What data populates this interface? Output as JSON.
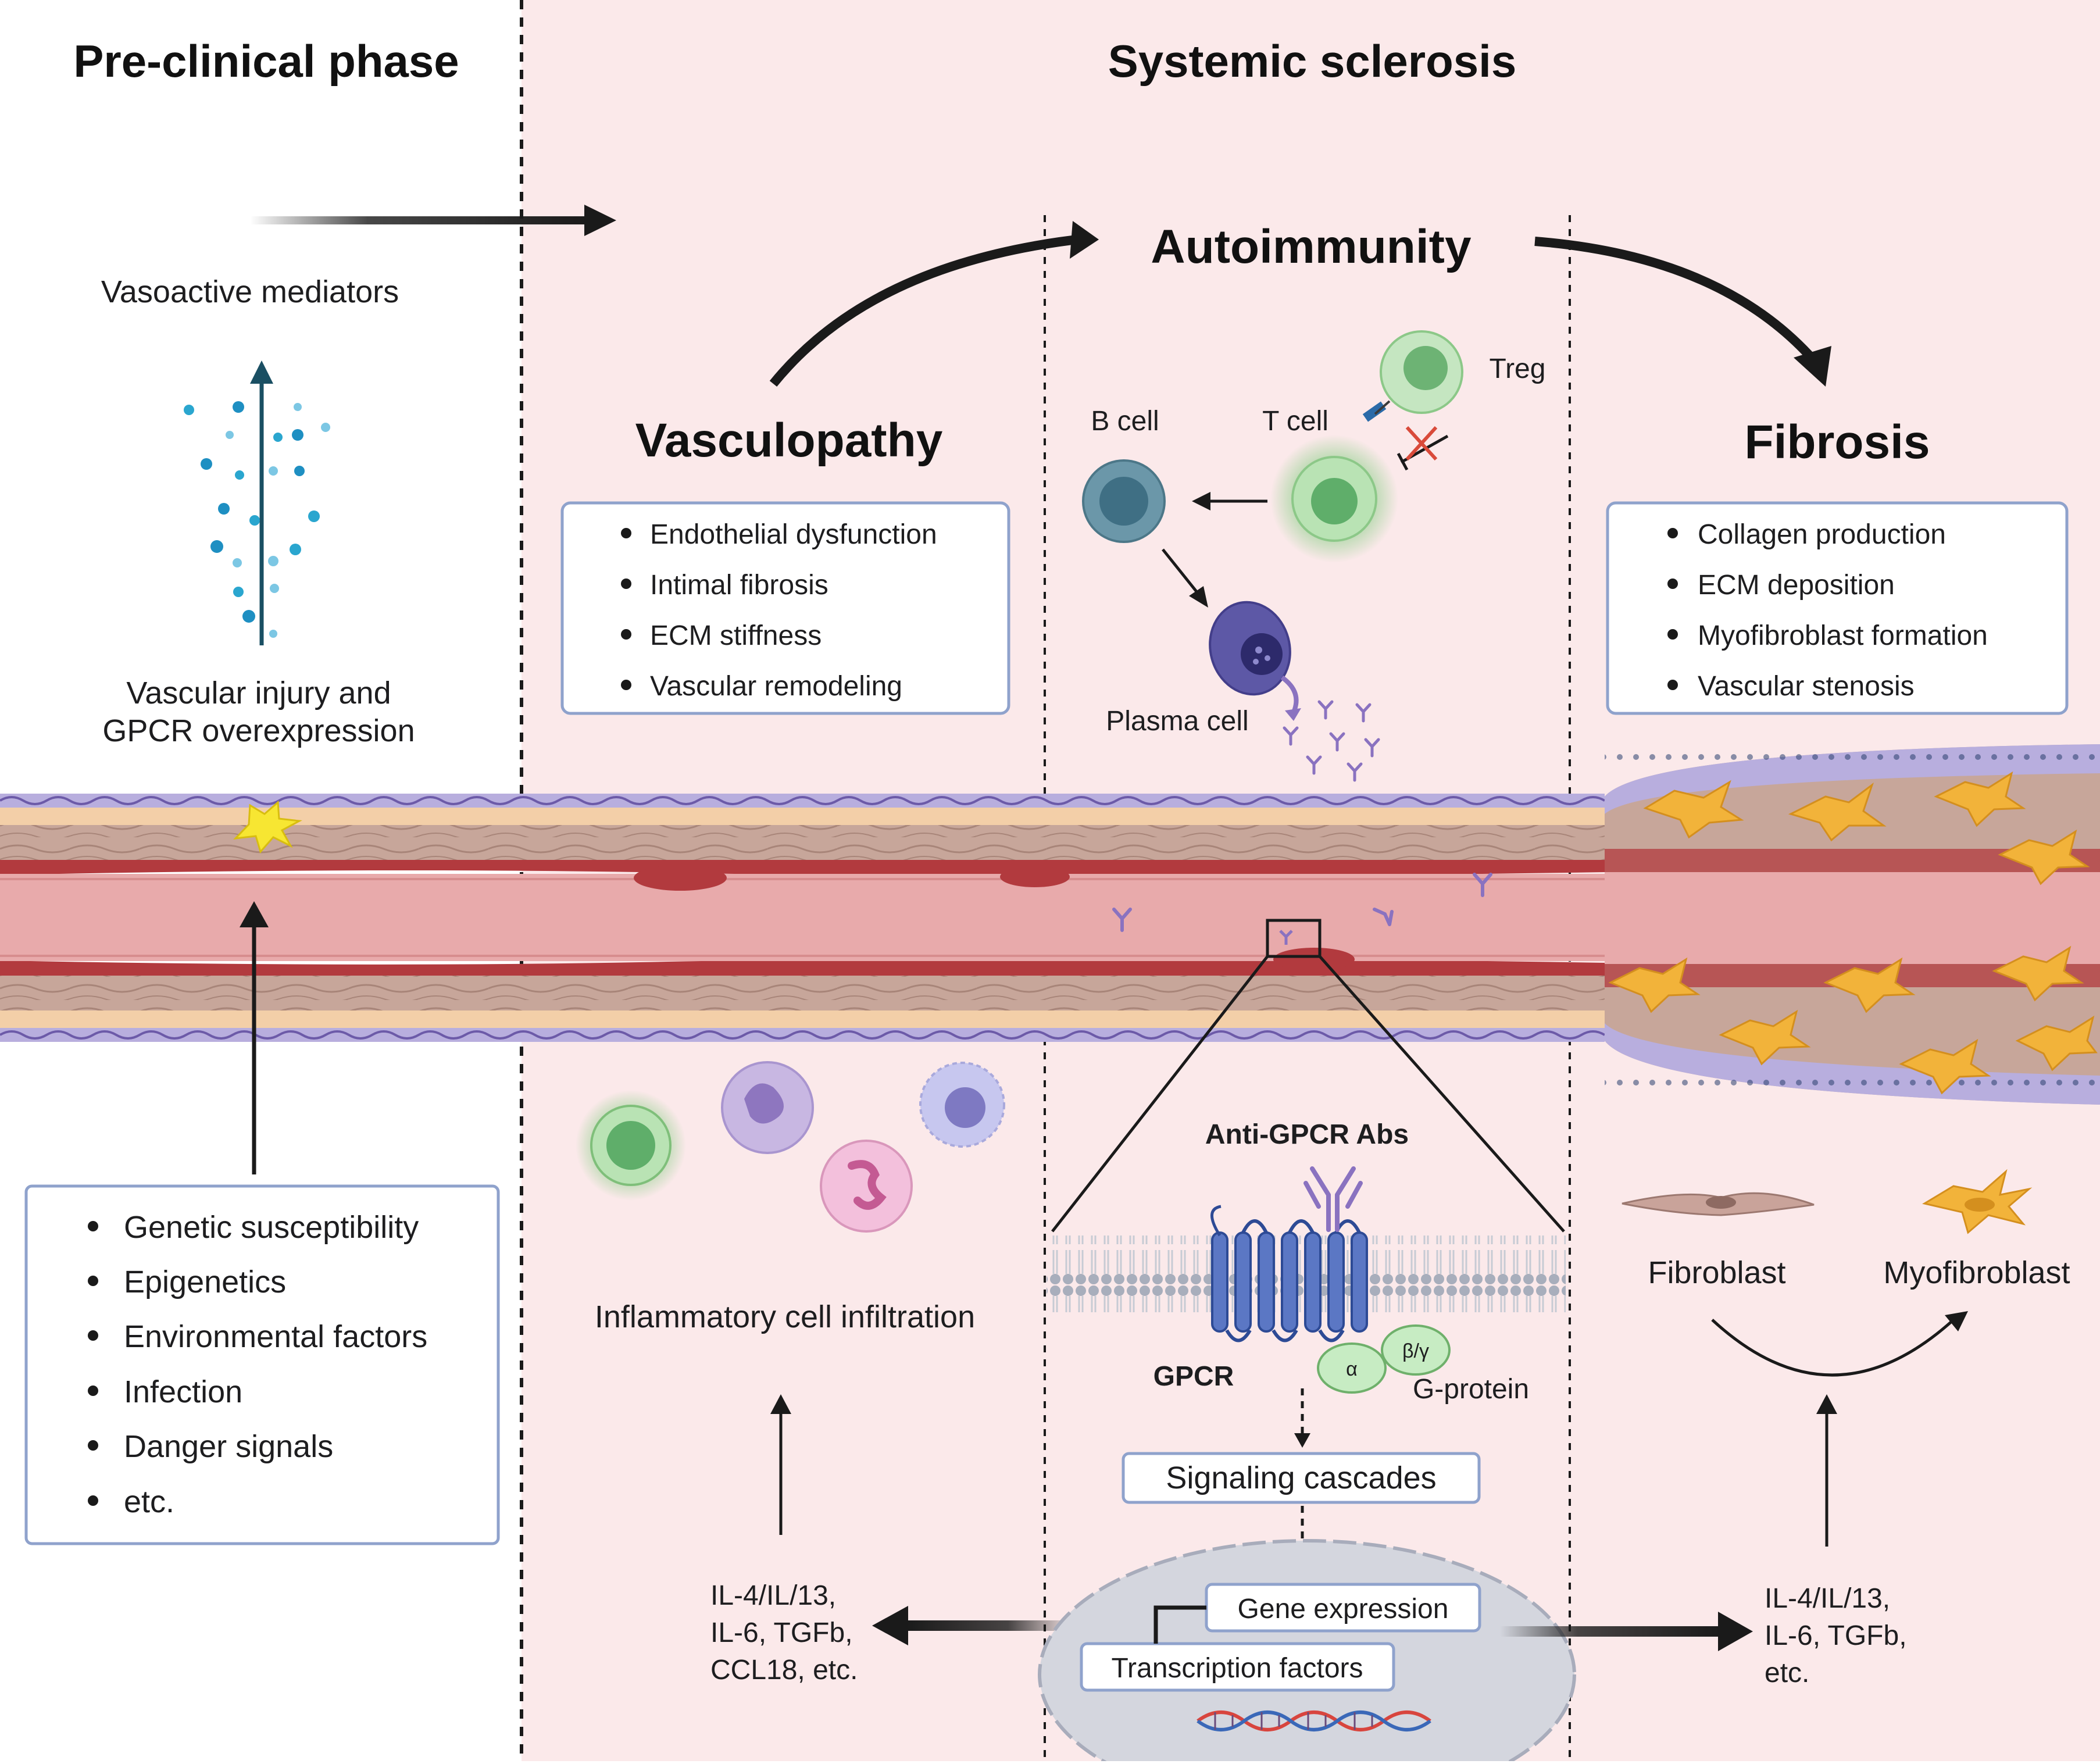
{
  "colors": {
    "panel_bg": "#fbe9ea",
    "vessel_wall": "#c9a79c",
    "vessel_lumen": "#e8a9ab",
    "vessel_red": "#b83a3f",
    "box_border": "#8fa2cc",
    "gpcr_blue": "#5b77c4",
    "gprotein_green": "#c7ecc3",
    "myofibroblast": "#f2b33a"
  },
  "phases": {
    "preclinical": "Pre-clinical phase",
    "ssc": "Systemic sclerosis"
  },
  "preclinical": {
    "mediators": "Vasoactive mediators",
    "injury_line1": "Vascular injury and",
    "injury_line2": "GPCR overexpression",
    "factors": [
      "Genetic susceptibility",
      "Epigenetics",
      "Environmental factors",
      "Infection",
      "Danger signals",
      "etc."
    ]
  },
  "vasculopathy": {
    "title": "Vasculopathy",
    "items": [
      "Endothelial dysfunction",
      "Intimal fibrosis",
      "ECM stiffness",
      "Vascular remodeling"
    ],
    "infiltration": "Inflammatory cell infiltration",
    "cytokines": [
      "IL-4/IL/13,",
      "IL-6, TGFb,",
      "CCL18, etc."
    ]
  },
  "autoimmunity": {
    "title": "Autoimmunity",
    "b_cell": "B cell",
    "t_cell": "T cell",
    "treg": "Treg",
    "plasma_cell": "Plasma cell",
    "anti_gpcr": "Anti-GPCR Abs",
    "gpcr": "GPCR",
    "alpha": "α",
    "beta_gamma": "β/γ",
    "g_protein": "G-protein",
    "signaling": "Signaling cascades",
    "gene_expression": "Gene expression",
    "transcription": "Transcription factors"
  },
  "fibrosis": {
    "title": "Fibrosis",
    "items": [
      "Collagen production",
      "ECM deposition",
      "Myofibroblast formation",
      "Vascular stenosis"
    ],
    "fibroblast": "Fibroblast",
    "myofibroblast": "Myofibroblast",
    "cytokines": [
      "IL-4/IL/13,",
      "IL-6, TGFb,",
      "etc."
    ]
  }
}
